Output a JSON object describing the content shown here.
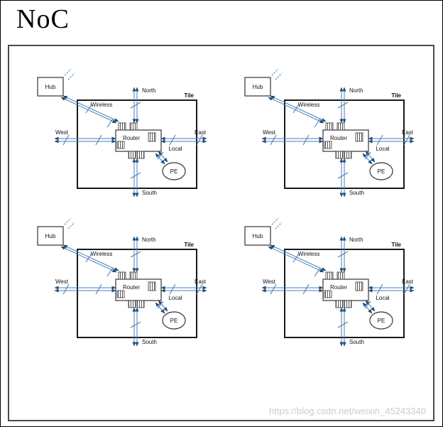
{
  "page": {
    "title": "NoC",
    "watermark": "https://blog.csdn.net/weixin_45243340"
  },
  "tile_count": 4,
  "tile_labels": {
    "hub": "Hub",
    "tile": "Tile",
    "router": "Router",
    "pe": "PE",
    "wireless": "Wireless",
    "north": "North",
    "south": "South",
    "east": "East",
    "west": "West",
    "local": "Local"
  },
  "colors": {
    "link": "#4a7ebb",
    "arrow": "#1f4e79",
    "box_border": "#333333",
    "watermark": "#cccccc"
  }
}
